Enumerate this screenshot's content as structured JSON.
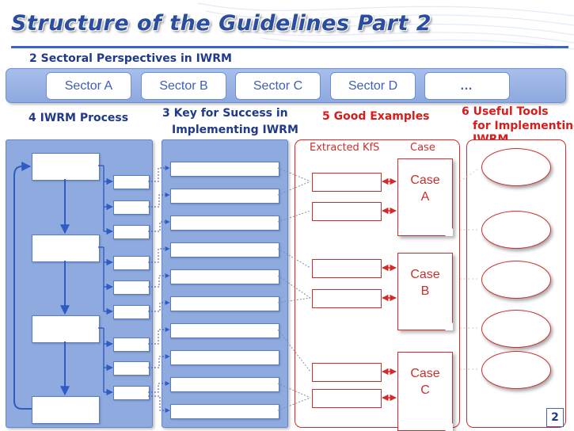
{
  "title": "Structure of the Guidelines Part 2",
  "sectoral": {
    "heading": "2 Sectoral Perspectives in IWRM",
    "sectors": [
      "Sector A",
      "Sector B",
      "Sector C",
      "Sector D",
      "…"
    ]
  },
  "process": {
    "heading": "4 IWRM Process"
  },
  "kfs": {
    "heading_line1": "3 Key for Success in",
    "heading_line2": "Implementing IWRM"
  },
  "examples": {
    "heading": "5 Good Examples",
    "col_extracted": "Extracted KfS",
    "col_case": "Case",
    "cases": [
      {
        "line1": "Case",
        "line2": "A"
      },
      {
        "line1": "Case",
        "line2": "B"
      },
      {
        "line1": "Case",
        "line2": "C"
      }
    ]
  },
  "tools": {
    "heading_line1": "6 Useful Tools",
    "heading_line2": "for Implementing",
    "heading_line3": "IWRM"
  },
  "page_number": "2",
  "colors": {
    "title_blue": "#2b4da0",
    "panel_blue": "#8eaadf",
    "accent_red": "#d81c1c",
    "arrow_blue": "#2f5bc4"
  }
}
